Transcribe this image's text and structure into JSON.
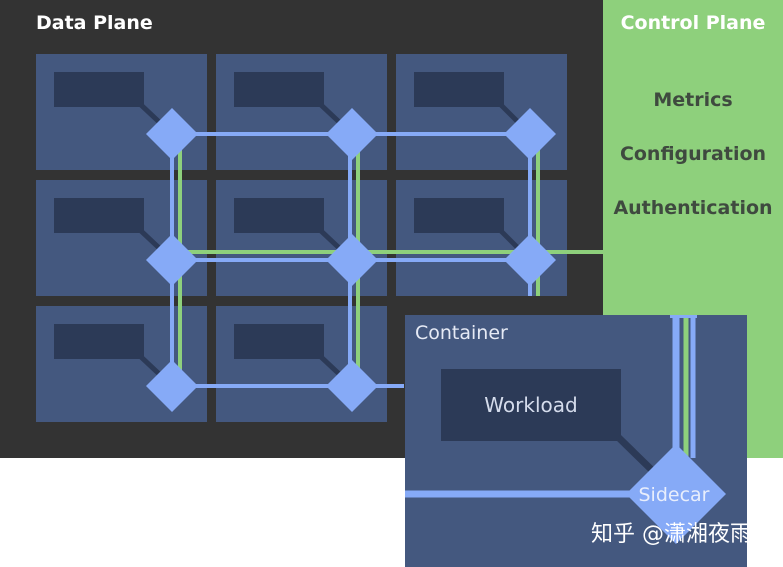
{
  "data_plane": {
    "title": "Data Plane"
  },
  "control_plane": {
    "title": "Control Plane",
    "items": [
      "Metrics",
      "Configuration",
      "Authentication"
    ]
  },
  "container": {
    "label": "Container",
    "workload_label": "Workload",
    "sidecar_label": "Sidecar"
  },
  "watermark": "知乎 @潇湘夜雨",
  "colors": {
    "data_plane_bg": "#333333",
    "control_plane_bg": "#8ed07c",
    "pod": "#44587f",
    "workload_box": "#2c3a57",
    "mesh_blue": "#86aaf7",
    "mesh_green": "#8ed07c"
  }
}
